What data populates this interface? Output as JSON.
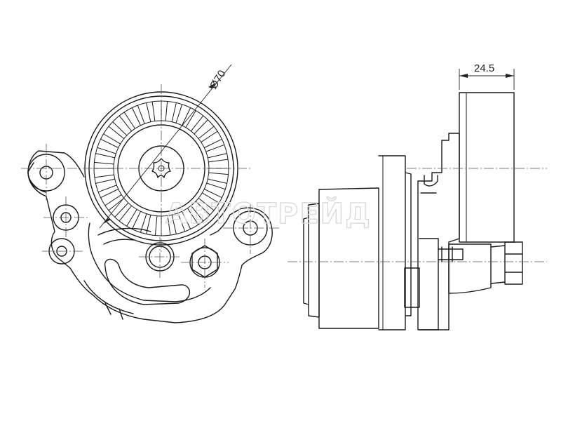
{
  "drawing": {
    "dimensions": {
      "pulley_diameter": "Ø70",
      "pulley_width": "24.5"
    },
    "watermark": "АВТОТРЕЙД",
    "stroke_color": "#1a1a1a",
    "background_color": "#ffffff"
  }
}
